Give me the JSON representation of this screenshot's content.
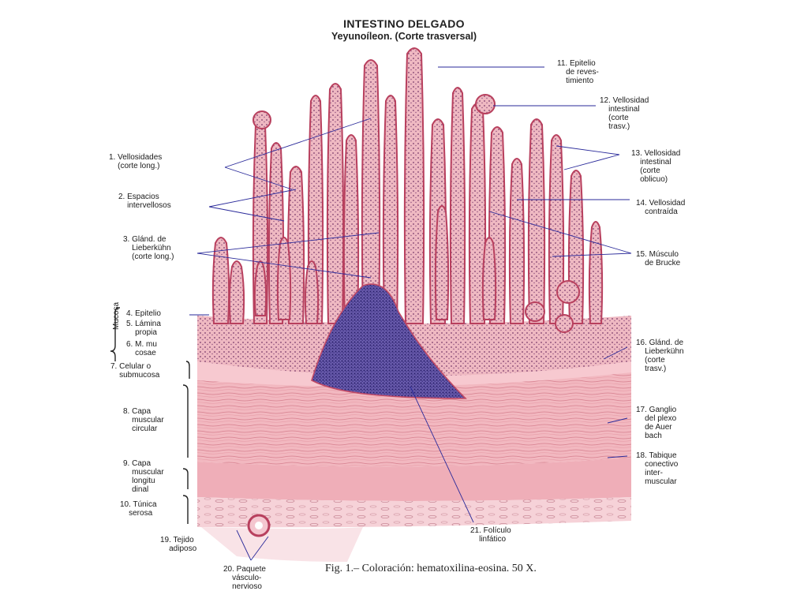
{
  "header": {
    "title": "INTESTINO DELGADO",
    "subtitle": "Yeyunoíleon. (Corte trasversal)"
  },
  "caption": "Fig. 1.– Coloración: hematoxilina-eosina. 50 X.",
  "side_label": "Mucosa",
  "colors": {
    "tissue_pink": "#e8a2ac",
    "villus_edge": "#b8405e",
    "muscle": "#f0b4bc",
    "follicle": "#4a3a8c",
    "leader": "#2a2a9a"
  },
  "labels_left": [
    {
      "num": "1.",
      "text": "Vellosidades\n(corte long.)"
    },
    {
      "num": "2.",
      "text": "Espacios\nintervellosos"
    },
    {
      "num": "3.",
      "text": "Glánd. de\nLieberkühn\n(corte long.)"
    },
    {
      "num": "4.",
      "text": "Epitelio"
    },
    {
      "num": "5.",
      "text": "Lámina\npropia"
    },
    {
      "num": "6.",
      "text": "M. mu\ncosae"
    },
    {
      "num": "7.",
      "text": "Celular o\nsubmucosa"
    },
    {
      "num": "8.",
      "text": "Capa\nmuscular\ncircular"
    },
    {
      "num": "9.",
      "text": "Capa\nmuscular\nlongitu\ndinal"
    },
    {
      "num": "10.",
      "text": "Túnica\nserosa"
    },
    {
      "num": "19.",
      "text": "Tejido\nadiposo"
    },
    {
      "num": "20.",
      "text": "Paquete\nvásculo-\nnervioso"
    }
  ],
  "labels_right": [
    {
      "num": "11.",
      "text": "Epitelio\nde reves-\ntimiento"
    },
    {
      "num": "12.",
      "text": "Vellosidad\nintestinal\n(corte\ntrasv.)"
    },
    {
      "num": "13.",
      "text": "Vellosidad\nintestinal\n(corte\noblicuo)"
    },
    {
      "num": "14.",
      "text": "Vellosidad\ncontraída"
    },
    {
      "num": "15.",
      "text": "Músculo\nde Brucke"
    },
    {
      "num": "16.",
      "text": "Glánd. de\nLieberkühn\n(corte\ntrasv.)"
    },
    {
      "num": "17.",
      "text": "Ganglio\ndel plexo\nde Auer\nbach"
    },
    {
      "num": "18.",
      "text": "Tabique\nconectivo\ninter-\nmuscular"
    },
    {
      "num": "21.",
      "text": "Folículo\nlinfático"
    }
  ]
}
